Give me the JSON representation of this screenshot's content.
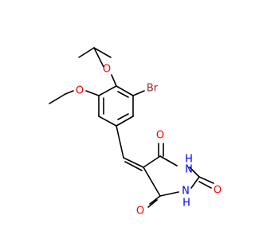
{
  "molecule": {
    "atoms": [
      {
        "id": "br",
        "label": "Br",
        "color": "#a52a2a"
      },
      {
        "id": "o-ethoxy",
        "label": "O",
        "color": "#ff0000"
      },
      {
        "id": "o-isopropoxy",
        "label": "O",
        "color": "#ff0000"
      },
      {
        "id": "o-c4",
        "label": "O",
        "color": "#ff0000"
      },
      {
        "id": "o-c6",
        "label": "O",
        "color": "#ff0000"
      },
      {
        "id": "o-c2",
        "label": "O",
        "color": "#ff0000"
      },
      {
        "id": "n-h1",
        "label": "H",
        "color": "#0000ff"
      },
      {
        "id": "n-h1n",
        "label": "N",
        "color": "#0000ff"
      },
      {
        "id": "n-h3",
        "label": "H",
        "color": "#0000ff"
      },
      {
        "id": "n-h3n",
        "label": "N",
        "color": "#0000ff"
      }
    ]
  }
}
